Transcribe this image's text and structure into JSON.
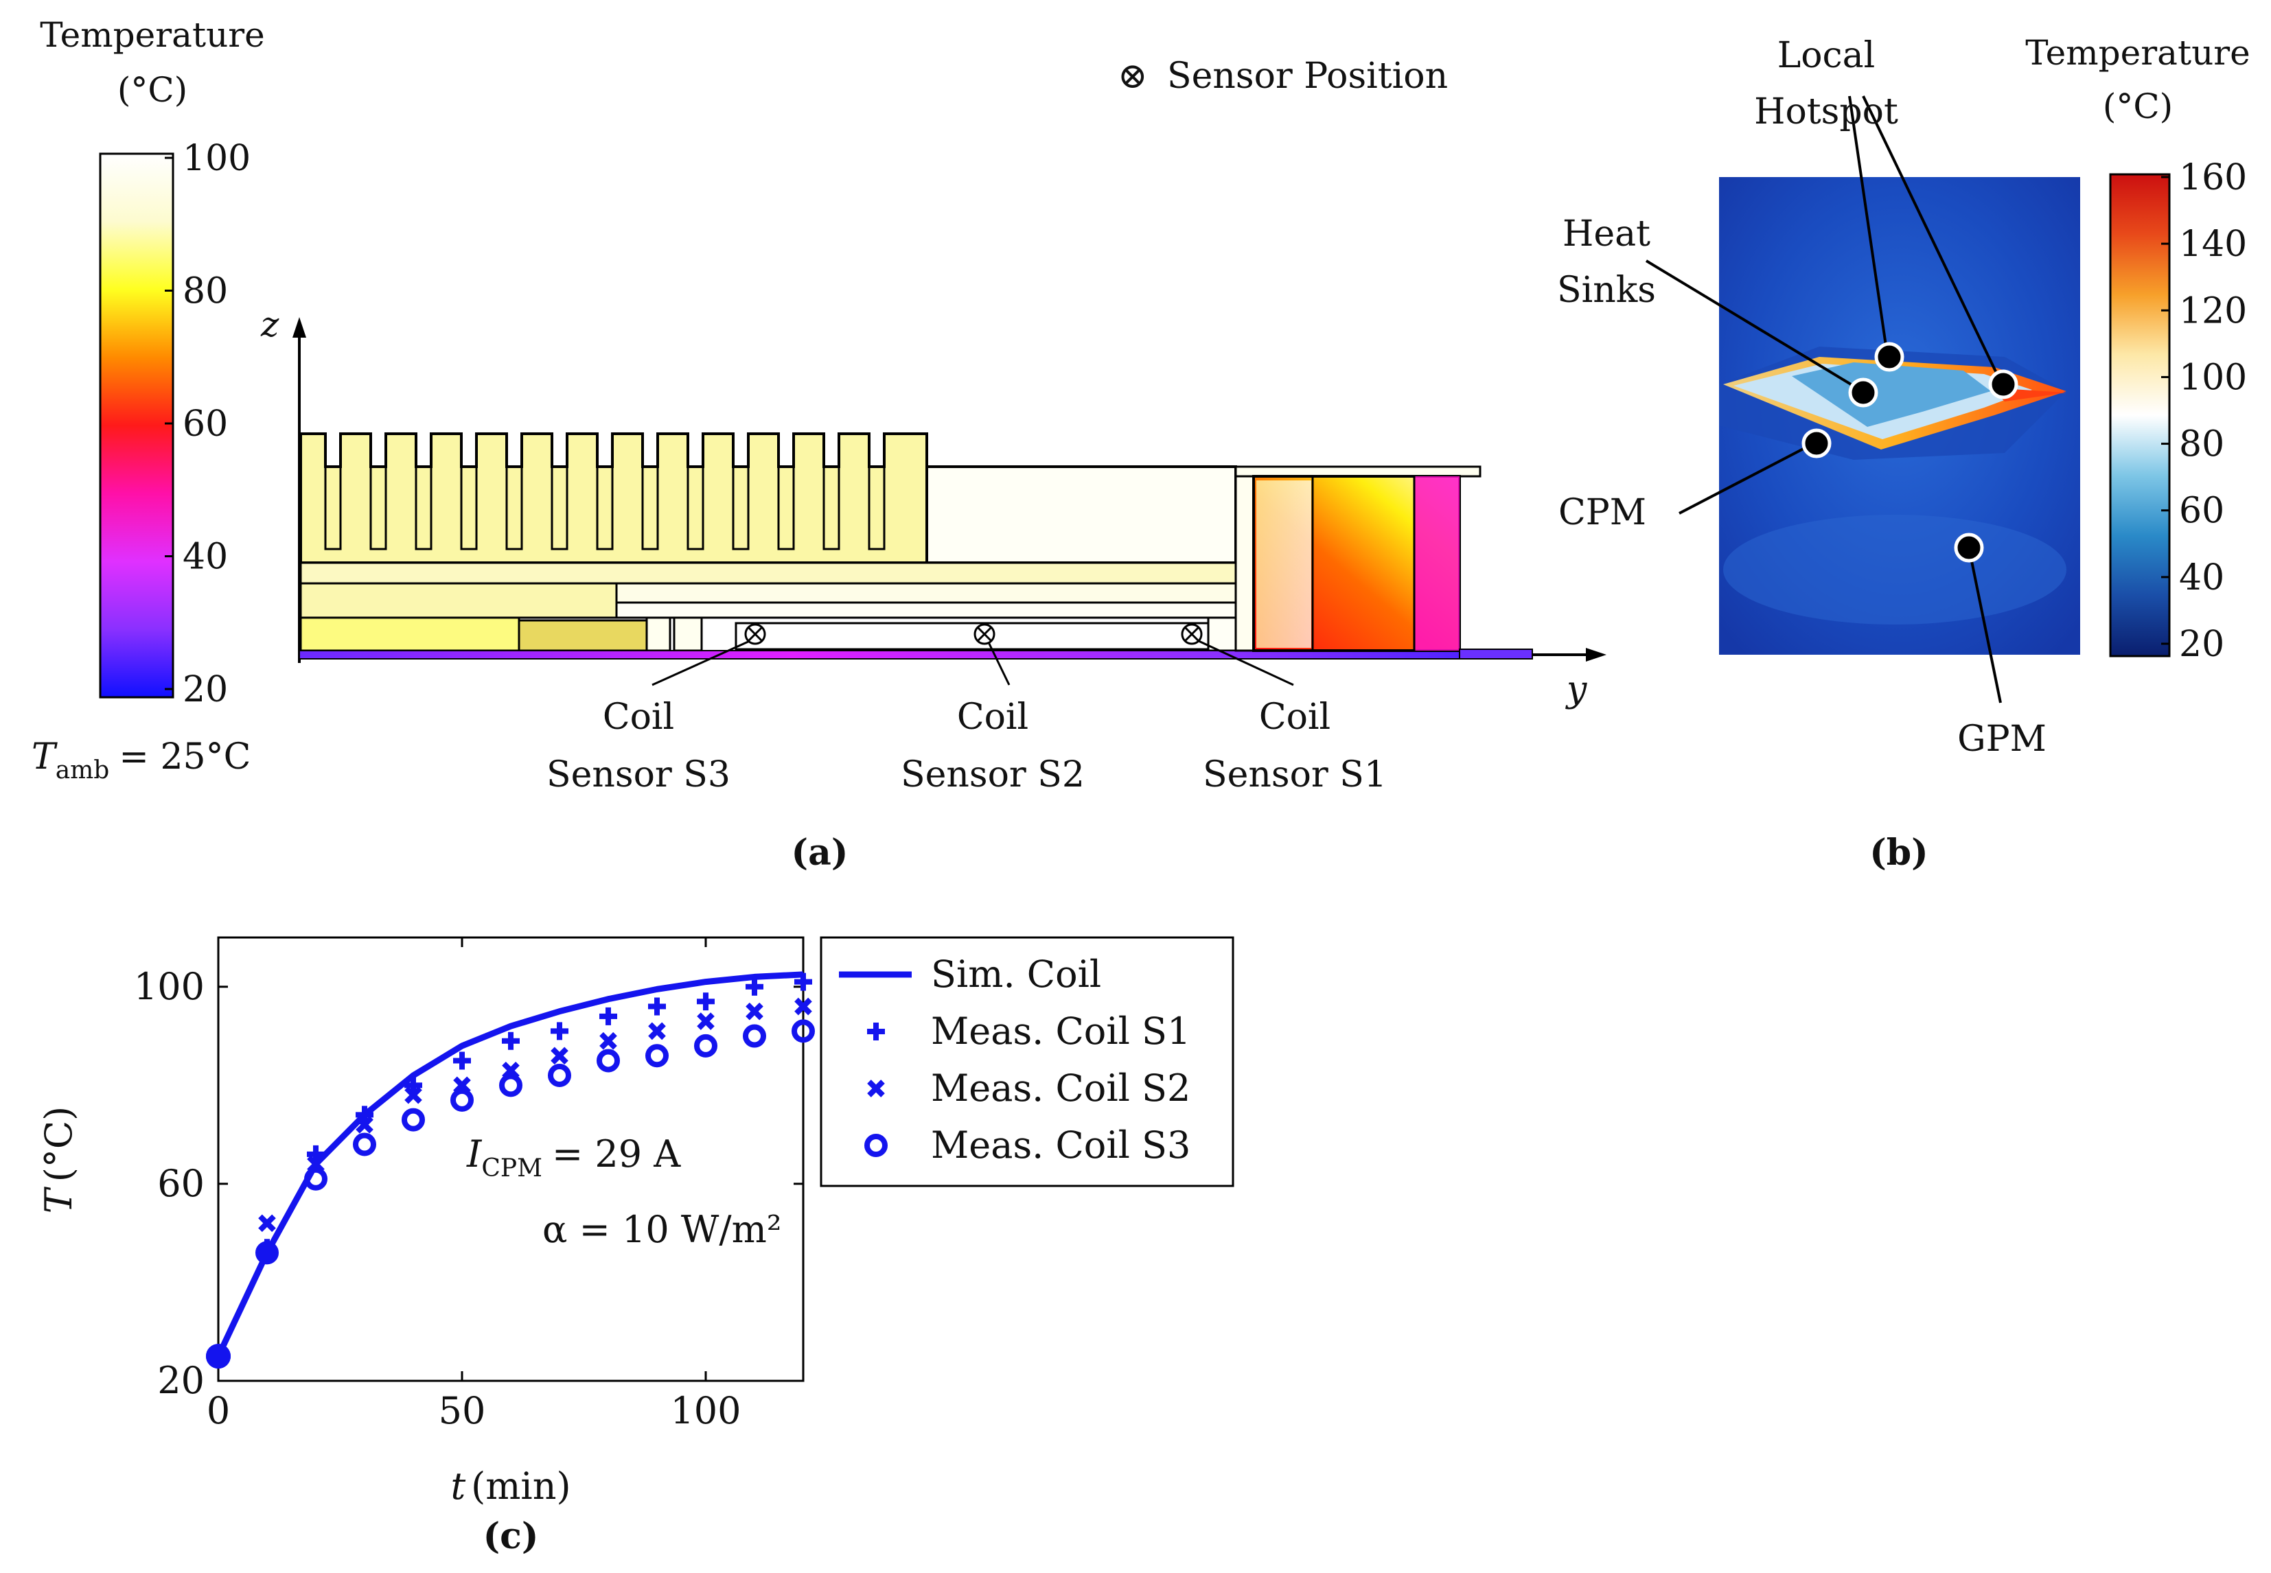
{
  "panel_a": {
    "colorbar": {
      "title_line1": "Temperature",
      "title_line2": "(°C)",
      "ticks": [
        "100",
        "80",
        "60",
        "40",
        "20"
      ],
      "stops": [
        "#ffffff",
        "#fdfbcf",
        "#ffff20",
        "#ff8a00",
        "#ff1a1a",
        "#ff10a8",
        "#e030ff",
        "#8a30ff",
        "#1010ff"
      ]
    },
    "ambient_label": "T",
    "ambient_sub": "amb",
    "ambient_value": "= 25°C",
    "legend_symbol": "⊗",
    "legend_text": "Sensor Position",
    "axis_z": "z",
    "axis_y": "y",
    "sensor_labels": [
      {
        "line1": "Coil",
        "line2": "Sensor S3"
      },
      {
        "line1": "Coil",
        "line2": "Sensor S2"
      },
      {
        "line1": "Coil",
        "line2": "Sensor S1"
      }
    ],
    "caption": "(a)"
  },
  "panel_b": {
    "colorbar": {
      "title_line1": "Temperature",
      "title_line2": "(°C)",
      "ticks": [
        "160",
        "140",
        "120",
        "100",
        "80",
        "60",
        "40",
        "20"
      ],
      "stops": [
        "#cc1010",
        "#e84a1a",
        "#f7a02a",
        "#fde8a8",
        "#ffffff",
        "#7ec6e6",
        "#2a8ac8",
        "#1a4ea8",
        "#0a1e6e"
      ]
    },
    "labels": {
      "local_line1": "Local",
      "local_line2": "Hotspot",
      "heat_line1": "Heat",
      "heat_line2": "Sinks",
      "cpm": "CPM",
      "gpm": "GPM"
    },
    "caption": "(b)"
  },
  "panel_c": {
    "caption": "(c)",
    "annotation_current_var": "I",
    "annotation_current_sub": "CPM",
    "annotation_current_value": "= 29 A",
    "annotation_alpha": "α = 10 W/m²"
  },
  "chart_data": {
    "type": "line",
    "xlabel": "t (min)",
    "ylabel": "T (°C)",
    "xlim": [
      0,
      120
    ],
    "ylim": [
      20,
      110
    ],
    "xticks": [
      0,
      50,
      100
    ],
    "yticks": [
      20,
      60,
      100
    ],
    "grid": false,
    "legend_position": "outside-right",
    "series": [
      {
        "name": "Sim. Coil",
        "style": "line",
        "color": "#1414ee",
        "x": [
          0,
          10,
          20,
          30,
          40,
          50,
          60,
          70,
          80,
          90,
          100,
          110,
          120
        ],
        "y": [
          25,
          46,
          64,
          74,
          82,
          88,
          92,
          95,
          97.5,
          99.5,
          101,
          102,
          102.5
        ]
      },
      {
        "name": "Meas. Coil S1",
        "style": "plus",
        "color": "#1414ee",
        "x": [
          0,
          10,
          20,
          30,
          40,
          50,
          60,
          70,
          80,
          90,
          100,
          110,
          120
        ],
        "y": [
          25,
          47,
          66,
          74,
          80,
          85,
          89,
          91,
          94,
          96,
          97,
          100,
          101
        ]
      },
      {
        "name": "Meas. Coil S2",
        "style": "cross",
        "color": "#1414ee",
        "x": [
          0,
          10,
          20,
          30,
          40,
          50,
          60,
          70,
          80,
          90,
          100,
          110,
          120
        ],
        "y": [
          25,
          52,
          64,
          72,
          78,
          80,
          83,
          86,
          89,
          91,
          93,
          95,
          96
        ]
      },
      {
        "name": "Meas. Coil S3",
        "style": "circle",
        "color": "#1414ee",
        "x": [
          0,
          10,
          20,
          30,
          40,
          50,
          60,
          70,
          80,
          90,
          100,
          110,
          120
        ],
        "y": [
          25,
          46,
          61,
          68,
          73,
          77,
          80,
          82,
          85,
          86,
          88,
          90,
          91
        ]
      }
    ]
  }
}
